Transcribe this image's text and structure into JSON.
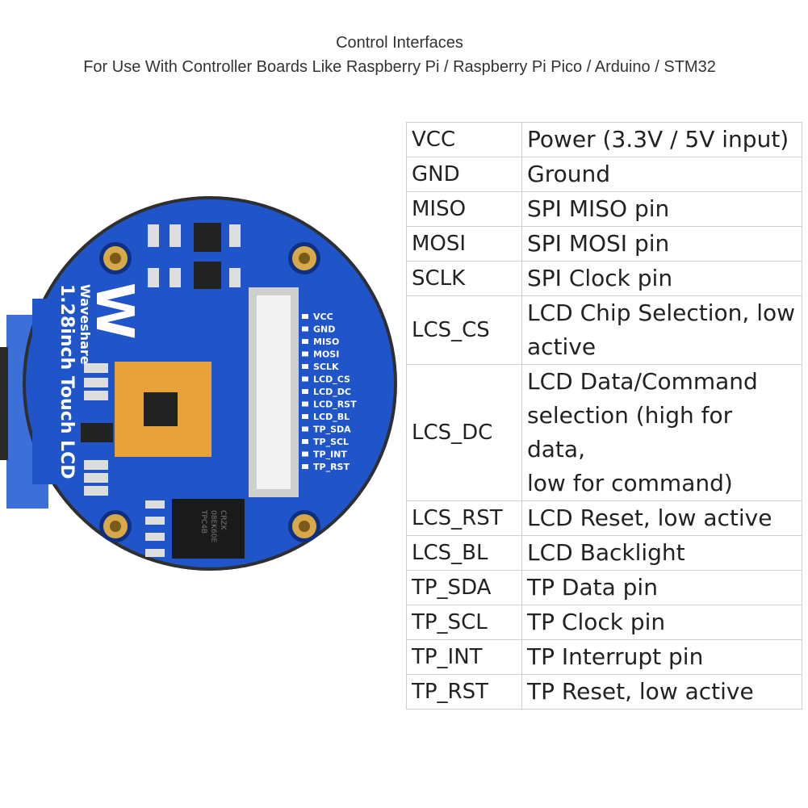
{
  "header": {
    "title": "Control Interfaces",
    "subtitle": "For Use With Controller Boards Like Raspberry Pi / Raspberry Pi Pico / Arduino / STM32"
  },
  "board": {
    "brand": "Waveshare",
    "product": "1.28inch Touch LCD",
    "logo_text": "W",
    "chip_text": [
      "TPC4B",
      "08EK60E",
      "CRZK"
    ],
    "silk_labels": [
      "VCC",
      "GND",
      "MISO",
      "MOSI",
      "SCLK",
      "LCD_CS",
      "LCD_DC",
      "LCD_RST",
      "LCD_BL",
      "TP_SDA",
      "TP_SCL",
      "TP_INT",
      "TP_RST"
    ],
    "colors": {
      "pcb": "#1f55c8",
      "gold": "#d7a94a",
      "flex": "#e8a23a",
      "connector": "#e6e6e6",
      "bezel": "#3a3a3a"
    }
  },
  "pin_table": [
    {
      "pin": "VCC",
      "desc": [
        "Power (3.3V / 5V input)"
      ]
    },
    {
      "pin": "GND",
      "desc": [
        "Ground"
      ]
    },
    {
      "pin": "MISO",
      "desc": [
        "SPI MISO pin"
      ]
    },
    {
      "pin": "MOSI",
      "desc": [
        "SPI MOSI pin"
      ]
    },
    {
      "pin": "SCLK",
      "desc": [
        "SPI Clock pin"
      ]
    },
    {
      "pin": "LCS_CS",
      "desc": [
        "LCD Chip Selection, low",
        "active"
      ]
    },
    {
      "pin": "LCS_DC",
      "desc": [
        "LCD Data/Command",
        "selection (high for data,",
        "low for command)"
      ]
    },
    {
      "pin": "LCS_RST",
      "desc": [
        "LCD Reset, low active"
      ]
    },
    {
      "pin": "LCS_BL",
      "desc": [
        "LCD Backlight"
      ]
    },
    {
      "pin": "TP_SDA",
      "desc": [
        "TP Data pin"
      ]
    },
    {
      "pin": "TP_SCL",
      "desc": [
        "TP Clock pin"
      ]
    },
    {
      "pin": "TP_INT",
      "desc": [
        "TP Interrupt pin"
      ]
    },
    {
      "pin": "TP_RST",
      "desc": [
        "TP Reset, low active"
      ]
    }
  ]
}
